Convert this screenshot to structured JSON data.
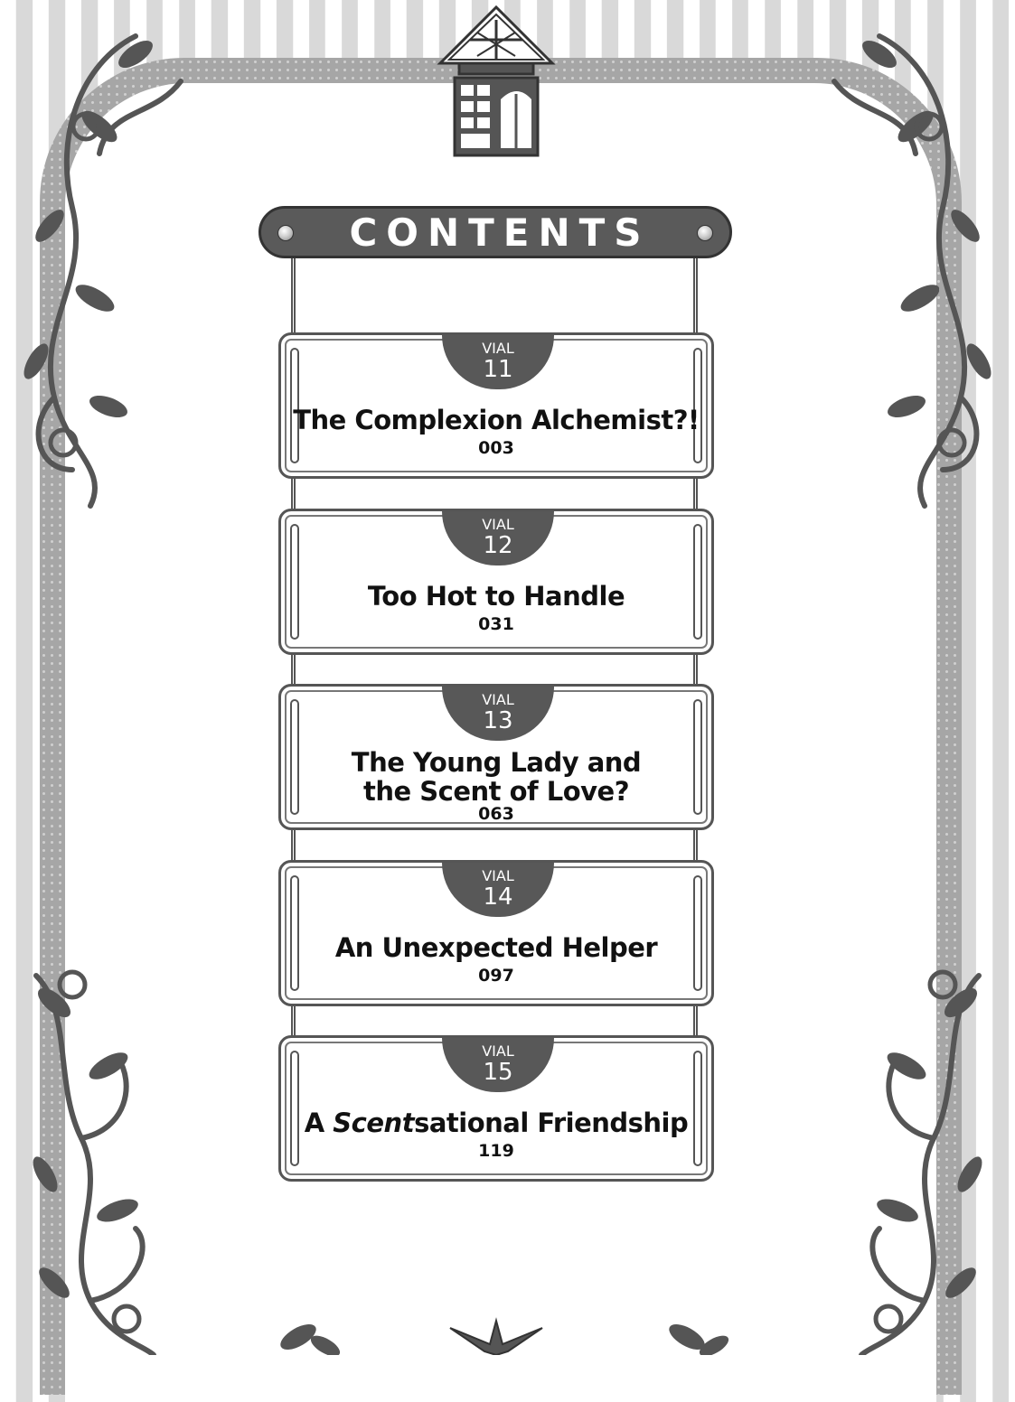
{
  "header": {
    "title": "CONTENTS"
  },
  "chapters": [
    {
      "label": "VIAL",
      "number": "11",
      "title_line1": "The Complexion Alchemist?!",
      "page": "003"
    },
    {
      "label": "VIAL",
      "number": "12",
      "title_line1": "Too Hot to Handle",
      "page": "031"
    },
    {
      "label": "VIAL",
      "number": "13",
      "title_line1": "The Young Lady and",
      "title_line2": "the Scent of Love?",
      "page": "063"
    },
    {
      "label": "VIAL",
      "number": "14",
      "title_line1": "An Unexpected Helper",
      "page": "097"
    },
    {
      "label": "VIAL",
      "number": "15",
      "title_pre": "A ",
      "title_italic": "Scent",
      "title_post": "sational Friendship",
      "page": "119"
    }
  ],
  "colors": {
    "plate": "#5a5a5a",
    "frame": "#a6a6a6",
    "stripe": "#d9d9d9"
  }
}
